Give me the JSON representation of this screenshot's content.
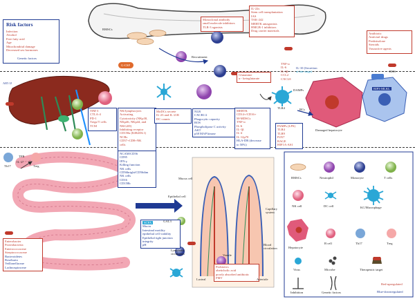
{
  "risk_factors": {
    "title": "Risk factors",
    "items": [
      "Infection",
      "Alcohol",
      "Free fatty acid",
      "Age",
      "Mitochondrial damage",
      "Decreased sex hormones"
    ],
    "genetic": "Genetic factors"
  },
  "labels": {
    "bmscs": "BMSCs",
    "gcsf": "G-CSF",
    "recruitment": "Recruitment",
    "rcs": "RCs",
    "damps": "DAMPs",
    "damaged_hep": "Damaged hepatocyte",
    "th17": "Th17",
    "treg": "Treg",
    "tfr": "TFR",
    "il17": "IL-17",
    "ros": "ROS",
    "rip": "RIP3-MLKL",
    "gal3": "GAL3",
    "mucus": "Mucus cell",
    "epithelial": "Epithelial cell",
    "lymphatic": "Lymphatic circulation",
    "lacteal": "Lacteal",
    "venule": "Venule",
    "arteriole": "Arteriole",
    "capillary": "Capillary system",
    "blood": "Blood circulation",
    "tlr4": "TLR4",
    "ae": "AE5 IJ"
  },
  "boxes": {
    "antibody": [
      "Monoclonal antibody",
      "small molecule inhibitors",
      "TLR-3 agonists"
    ],
    "il22": [
      "IL-22s",
      "Stem cell transplantation",
      "IAS",
      "TAK-242",
      "MERTK antagonists",
      "HMGB-1 inhibitors",
      "Drug carrier materials"
    ],
    "antibiotic": [
      "Antibiotic",
      "Antiviral drugs",
      "Prednisolone",
      "Steroids",
      "Vasoactive agents"
    ],
    "glutamine": [
      "Glutamine",
      "α - ketoglutarate"
    ],
    "cytokines": [
      "TNF-α",
      "IL-6",
      "IL-1β",
      "CCL2",
      "CXCL8"
    ],
    "il10": [
      "IL-10 (Secretion",
      "at late stage)"
    ],
    "tcell": [
      "TIM-3",
      "CTLA-4",
      "PD-1",
      "Tregs/T cells",
      "TCM"
    ],
    "nk": [
      "NK/lymphocytes",
      "Activating",
      "Cytotoxicity (NKp30,",
      "NKp46, NKp44, and",
      "NKG2D)",
      "Inhibiting receptor",
      "CD158a (KIR2DL1)",
      "NCRs",
      "CD57+CD8+NK",
      "cells"
    ],
    "nk2": [
      "NCAM/CD56",
      "CD95",
      "IFN-γ",
      "Killing function",
      "NK cells",
      "CD56bright/CD56dim",
      "NK cells",
      "CD16",
      "CD158b"
    ],
    "dc": [
      "MoDCs secrete",
      "IL-23 and IL-21R",
      "DC counts"
    ],
    "neutrophil": [
      "NLR",
      "CXCR1/2",
      "Phagocytic capacity",
      "ROS",
      "Phospholipase C activity",
      "AKT",
      "p38 MAP kinase"
    ],
    "mertk": [
      "MERTK",
      "CD14+/CD16+",
      "M-MDSCs",
      "TNF-α",
      "IL-6",
      "IL-1β",
      "IL-4",
      "IL-12p70",
      "HLA-DR (decrease",
      "to 50%)"
    ],
    "pamps": [
      "PAMPs (LPS)",
      "TLR4",
      "TLR9",
      "P2X7",
      "RAGE",
      "HIF1A-AS1"
    ],
    "bacteria": [
      "Enterobacter",
      "Proteobacteria",
      "Enterococcaceae",
      "Streptococcaceae",
      "Bacteroidetes",
      "Roseburia",
      "Veillonellaceae",
      "Lachnospiraceae"
    ],
    "scfa": [
      "SCFA",
      "Mucin",
      "Intestinal motility",
      "epithelial cell viability",
      "Epithelial tight junction",
      "integrity",
      "pH"
    ],
    "probiotics": [
      "Probiotics",
      "obeticholic acid",
      "poorly absorbed antibiotic",
      "FMT"
    ]
  },
  "legend": {
    "items": [
      "BMSCs",
      "Neutrophil",
      "Monocyte",
      "T cells",
      "NK cell",
      "DC cell",
      "KC/Macrophage",
      "Hepatocyte",
      "B cell",
      "Th17",
      "Treg",
      "Virus",
      "Microbe",
      "Therapeutic target",
      "Inhibition",
      "Genetic factors"
    ],
    "red_upregulated": "Red-upregulated",
    "blue_downregulated": "Blue-downregulated"
  },
  "colors": {
    "blue": "#1f3a93",
    "red": "#c0392b",
    "liver": "#8b2a1e",
    "intestine": "#f2a7b4",
    "dashes": "#333333"
  }
}
